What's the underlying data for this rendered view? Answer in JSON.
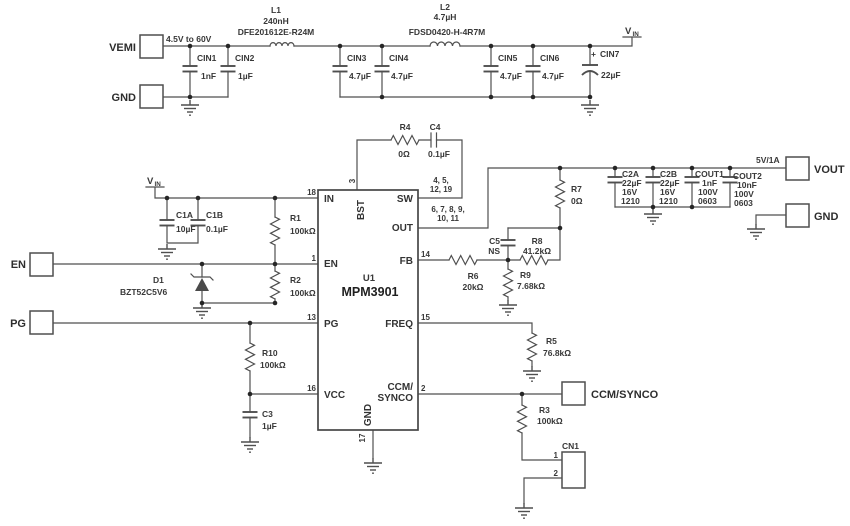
{
  "terminals": {
    "vemi": "VEMI",
    "gnd_in": "GND",
    "en": "EN",
    "pg": "PG",
    "ccm_synco": "CCM/SYNCO",
    "vout": "VOUT",
    "gnd_out": "GND"
  },
  "nets": {
    "input_range": "4.5V to 60V",
    "output_rating": "5V/1A",
    "vin_base": "V",
    "vin_sub": "IN"
  },
  "ic": {
    "refdes": "U1",
    "part": "MPM3901",
    "pins": {
      "in": {
        "name": "IN",
        "num": "18"
      },
      "bst": {
        "name": "BST",
        "num": "3"
      },
      "en": {
        "name": "EN",
        "num": "1"
      },
      "pg": {
        "name": "PG",
        "num": "13"
      },
      "vcc": {
        "name": "VCC",
        "num": "16"
      },
      "gnd": {
        "name": "GND",
        "num": "17"
      },
      "sw": {
        "name": "SW",
        "nums1": "4, 5,",
        "nums2": "12, 19"
      },
      "out": {
        "name": "OUT",
        "nums1": "6, 7, 8, 9,",
        "nums2": "10, 11"
      },
      "fb": {
        "name": "FB",
        "num": "14"
      },
      "freq": {
        "name": "FREQ",
        "num": "15"
      },
      "ccm": {
        "name1": "CCM/",
        "name2": "SYNCO",
        "num": "2"
      }
    }
  },
  "components": {
    "l1": {
      "ref": "L1",
      "value": "240nH",
      "part": "DFE201612E-R24M"
    },
    "l2": {
      "ref": "L2",
      "value": "4.7µH",
      "part": "FDSD0420-H-4R7M"
    },
    "cin1": {
      "ref": "CIN1",
      "value": "1nF"
    },
    "cin2": {
      "ref": "CIN2",
      "value": "1µF"
    },
    "cin3": {
      "ref": "CIN3",
      "value": "4.7µF"
    },
    "cin4": {
      "ref": "CIN4",
      "value": "4.7µF"
    },
    "cin5": {
      "ref": "CIN5",
      "value": "4.7µF"
    },
    "cin6": {
      "ref": "CIN6",
      "value": "4.7µF"
    },
    "cin7": {
      "ref": "CIN7",
      "value": "22µF",
      "polarity": "+"
    },
    "c1a": {
      "ref": "C1A",
      "value": "10µF"
    },
    "c1b": {
      "ref": "C1B",
      "value": "0.1µF"
    },
    "r1": {
      "ref": "R1",
      "value": "100kΩ"
    },
    "r2": {
      "ref": "R2",
      "value": "100kΩ"
    },
    "d1": {
      "ref": "D1",
      "part": "BZT52C5V6"
    },
    "r10": {
      "ref": "R10",
      "value": "100kΩ"
    },
    "c3": {
      "ref": "C3",
      "value": "1µF"
    },
    "r4": {
      "ref": "R4",
      "value": "0Ω"
    },
    "c4": {
      "ref": "C4",
      "value": "0.1µF"
    },
    "r6": {
      "ref": "R6",
      "value": "20kΩ"
    },
    "c5": {
      "ref": "C5",
      "value": "NS"
    },
    "r8": {
      "ref": "R8",
      "value": "41.2kΩ"
    },
    "r9": {
      "ref": "R9",
      "value": "7.68kΩ"
    },
    "r7": {
      "ref": "R7",
      "value": "0Ω"
    },
    "r5": {
      "ref": "R5",
      "value": "76.8kΩ"
    },
    "r3": {
      "ref": "R3",
      "value": "100kΩ"
    },
    "c2a": {
      "ref": "C2A",
      "value": "22µF",
      "voltage": "16V",
      "size": "1210"
    },
    "c2b": {
      "ref": "C2B",
      "value": "22µF",
      "voltage": "16V",
      "size": "1210"
    },
    "cout1": {
      "ref": "COUT1",
      "value": "1nF",
      "voltage": "100V",
      "size": "0603"
    },
    "cout2": {
      "ref": "COUT2",
      "value": "10nF",
      "voltage": "100V",
      "size": "0603"
    },
    "cn1": {
      "ref": "CN1",
      "pin1": "1",
      "pin2": "2"
    }
  }
}
